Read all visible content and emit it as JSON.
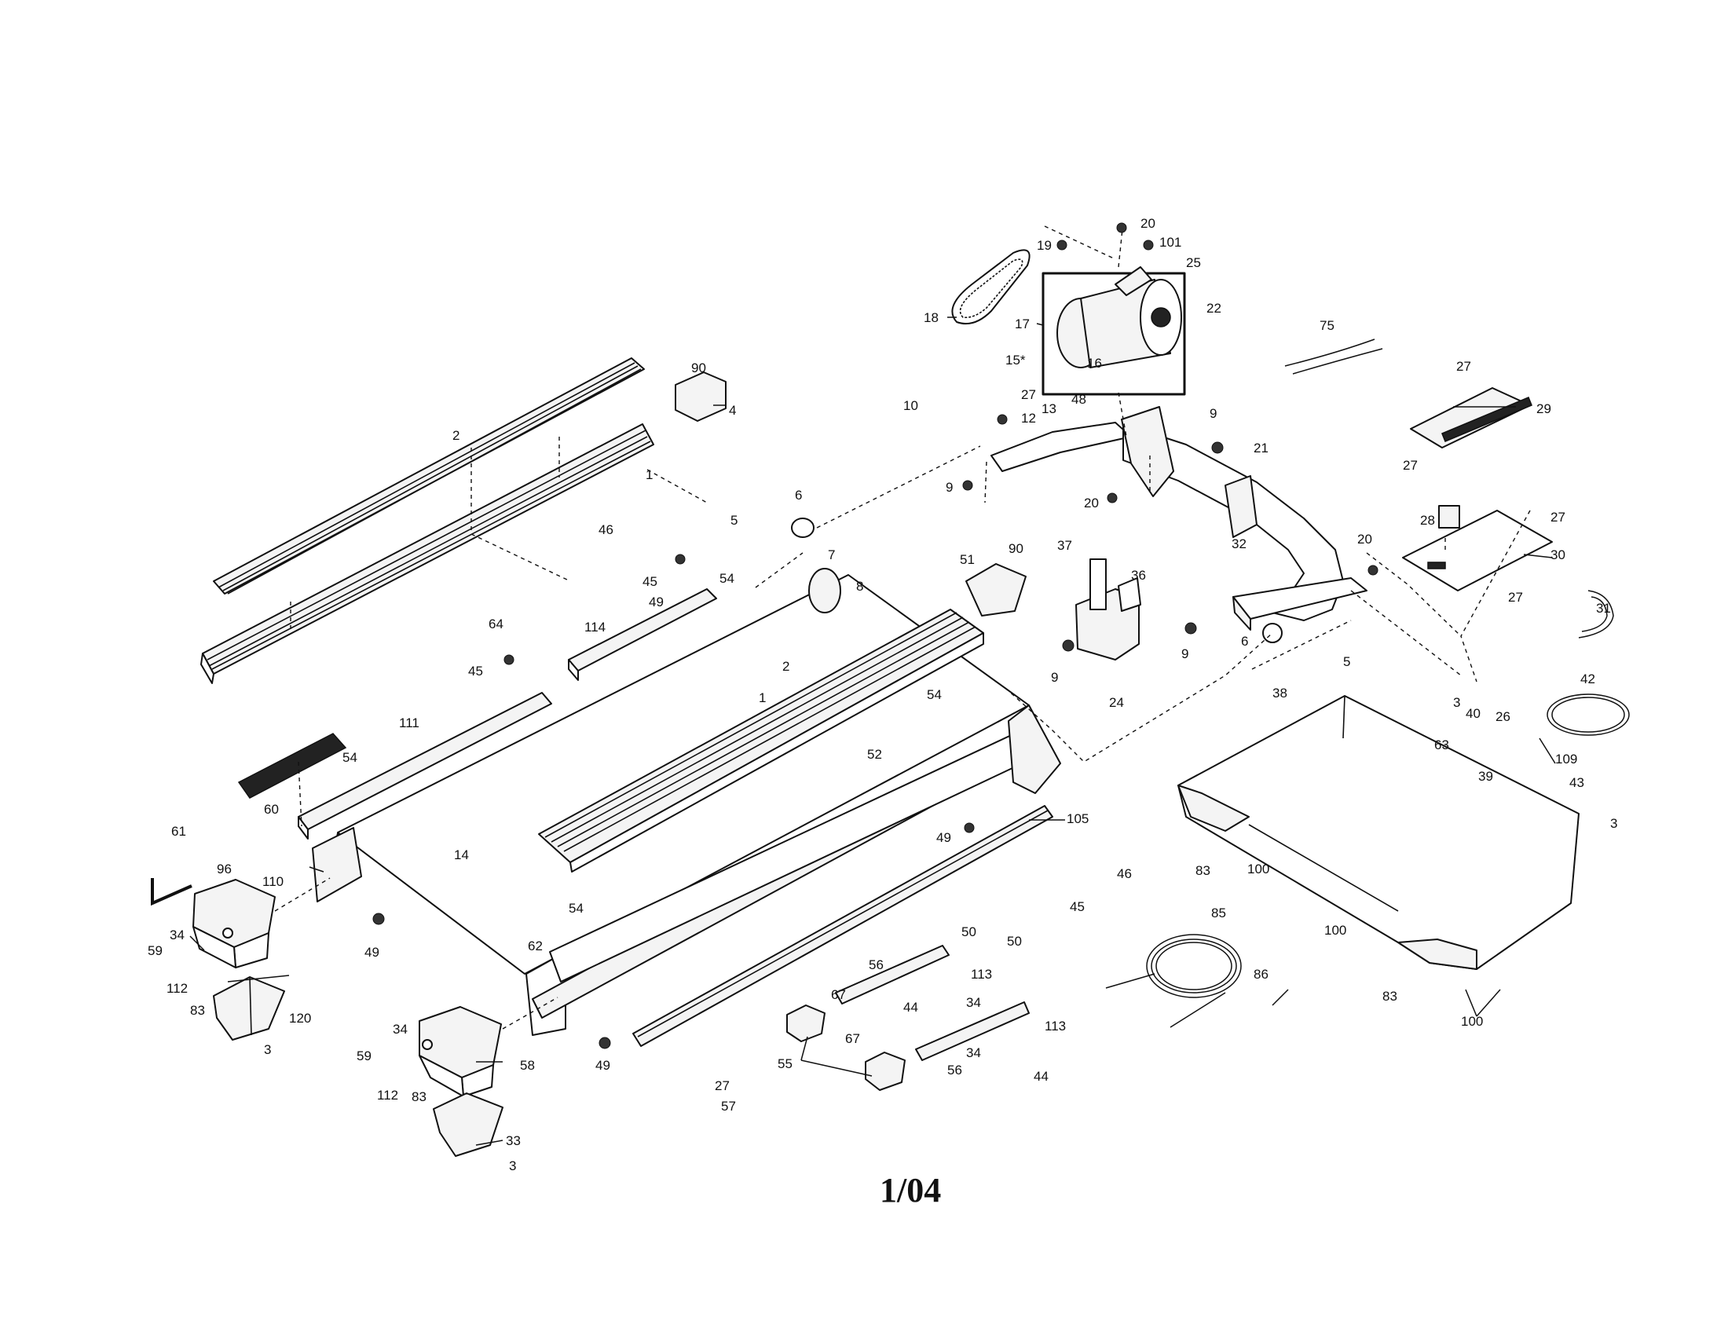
{
  "page_number": "1/04",
  "labels": [
    {
      "text": "20"
    },
    {
      "text": "19"
    },
    {
      "text": "101"
    },
    {
      "text": "25"
    },
    {
      "text": "18"
    },
    {
      "text": "17"
    },
    {
      "text": "22"
    },
    {
      "text": "75"
    },
    {
      "text": "15*"
    },
    {
      "text": "16"
    },
    {
      "text": "90"
    },
    {
      "text": "27"
    },
    {
      "text": "29"
    },
    {
      "text": "2"
    },
    {
      "text": "4"
    },
    {
      "text": "10"
    },
    {
      "text": "27"
    },
    {
      "text": "48"
    },
    {
      "text": "12"
    },
    {
      "text": "13"
    },
    {
      "text": "9"
    },
    {
      "text": "1"
    },
    {
      "text": "21"
    },
    {
      "text": "27"
    },
    {
      "text": "9"
    },
    {
      "text": "6"
    },
    {
      "text": "20"
    },
    {
      "text": "27"
    },
    {
      "text": "28"
    },
    {
      "text": "46"
    },
    {
      "text": "5"
    },
    {
      "text": "37"
    },
    {
      "text": "7"
    },
    {
      "text": "90"
    },
    {
      "text": "32"
    },
    {
      "text": "20"
    },
    {
      "text": "30"
    },
    {
      "text": "45"
    },
    {
      "text": "51"
    },
    {
      "text": "54"
    },
    {
      "text": "8"
    },
    {
      "text": "36"
    },
    {
      "text": "27"
    },
    {
      "text": "49"
    },
    {
      "text": "31"
    },
    {
      "text": "114"
    },
    {
      "text": "64"
    },
    {
      "text": "2"
    },
    {
      "text": "6"
    },
    {
      "text": "9"
    },
    {
      "text": "9"
    },
    {
      "text": "5"
    },
    {
      "text": "45"
    },
    {
      "text": "1"
    },
    {
      "text": "24"
    },
    {
      "text": "42"
    },
    {
      "text": "38"
    },
    {
      "text": "3"
    },
    {
      "text": "26"
    },
    {
      "text": "40"
    },
    {
      "text": "111"
    },
    {
      "text": "54"
    },
    {
      "text": "63"
    },
    {
      "text": "109"
    },
    {
      "text": "54"
    },
    {
      "text": "52"
    },
    {
      "text": "39"
    },
    {
      "text": "43"
    },
    {
      "text": "60"
    },
    {
      "text": "105"
    },
    {
      "text": "3"
    },
    {
      "text": "61"
    },
    {
      "text": "49"
    },
    {
      "text": "14"
    },
    {
      "text": "83"
    },
    {
      "text": "100"
    },
    {
      "text": "96"
    },
    {
      "text": "110"
    },
    {
      "text": "46"
    },
    {
      "text": "45"
    },
    {
      "text": "54"
    },
    {
      "text": "49"
    },
    {
      "text": "50"
    },
    {
      "text": "85"
    },
    {
      "text": "100"
    },
    {
      "text": "34"
    },
    {
      "text": "62"
    },
    {
      "text": "59"
    },
    {
      "text": "50"
    },
    {
      "text": "56"
    },
    {
      "text": "113"
    },
    {
      "text": "86"
    },
    {
      "text": "112"
    },
    {
      "text": "83"
    },
    {
      "text": "34"
    },
    {
      "text": "44"
    },
    {
      "text": "83"
    },
    {
      "text": "120"
    },
    {
      "text": "67"
    },
    {
      "text": "113"
    },
    {
      "text": "100"
    },
    {
      "text": "3"
    },
    {
      "text": "34"
    },
    {
      "text": "67"
    },
    {
      "text": "34"
    },
    {
      "text": "58"
    },
    {
      "text": "55"
    },
    {
      "text": "56"
    },
    {
      "text": "44"
    },
    {
      "text": "59"
    },
    {
      "text": "49"
    },
    {
      "text": "112"
    },
    {
      "text": "83"
    },
    {
      "text": "27"
    },
    {
      "text": "57"
    },
    {
      "text": "33"
    },
    {
      "text": "3"
    }
  ]
}
